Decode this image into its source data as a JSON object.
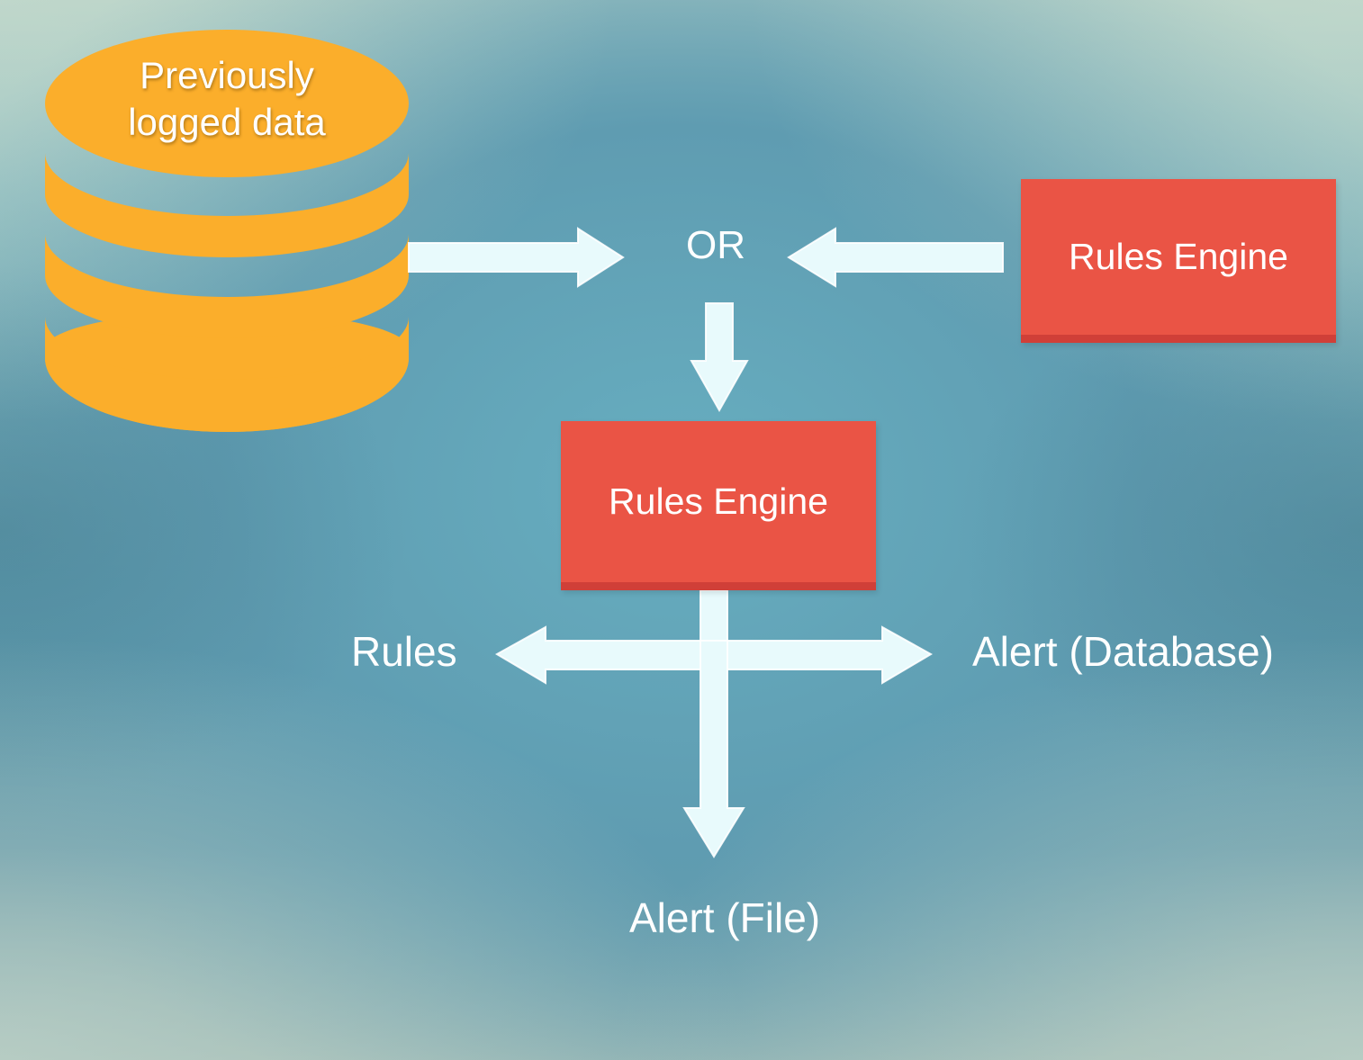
{
  "database": {
    "label_line1": "Previously",
    "label_line2": "logged data",
    "color": "#fbae2b"
  },
  "or_label": "OR",
  "rules_engine_top": {
    "label": "Rules Engine",
    "color": "#ea5445"
  },
  "rules_engine_main": {
    "label": "Rules Engine",
    "color": "#ea5445"
  },
  "outputs": {
    "rules": "Rules",
    "alert_database": "Alert (Database)",
    "alert_file": "Alert (File)"
  },
  "arrow_color": "#e8fafc"
}
